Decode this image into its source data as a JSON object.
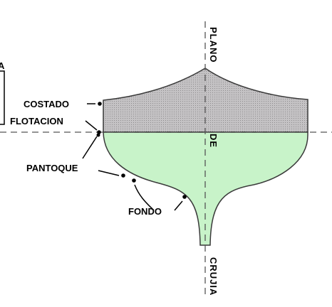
{
  "labels": {
    "costado": "COSTADO",
    "flotacion": "FLOTACION",
    "pantoque": "PANTOQUE",
    "fondo": "FONDO",
    "plano": "PLANO",
    "de": "DE",
    "crujia": "CRUJIA",
    "edge_letter": "A"
  },
  "colors": {
    "upper_hull_fill": "#b7b5b7",
    "underwater_fill": "#c8f3c9",
    "outline": "#3a3a3a",
    "center_line": "#555555"
  }
}
